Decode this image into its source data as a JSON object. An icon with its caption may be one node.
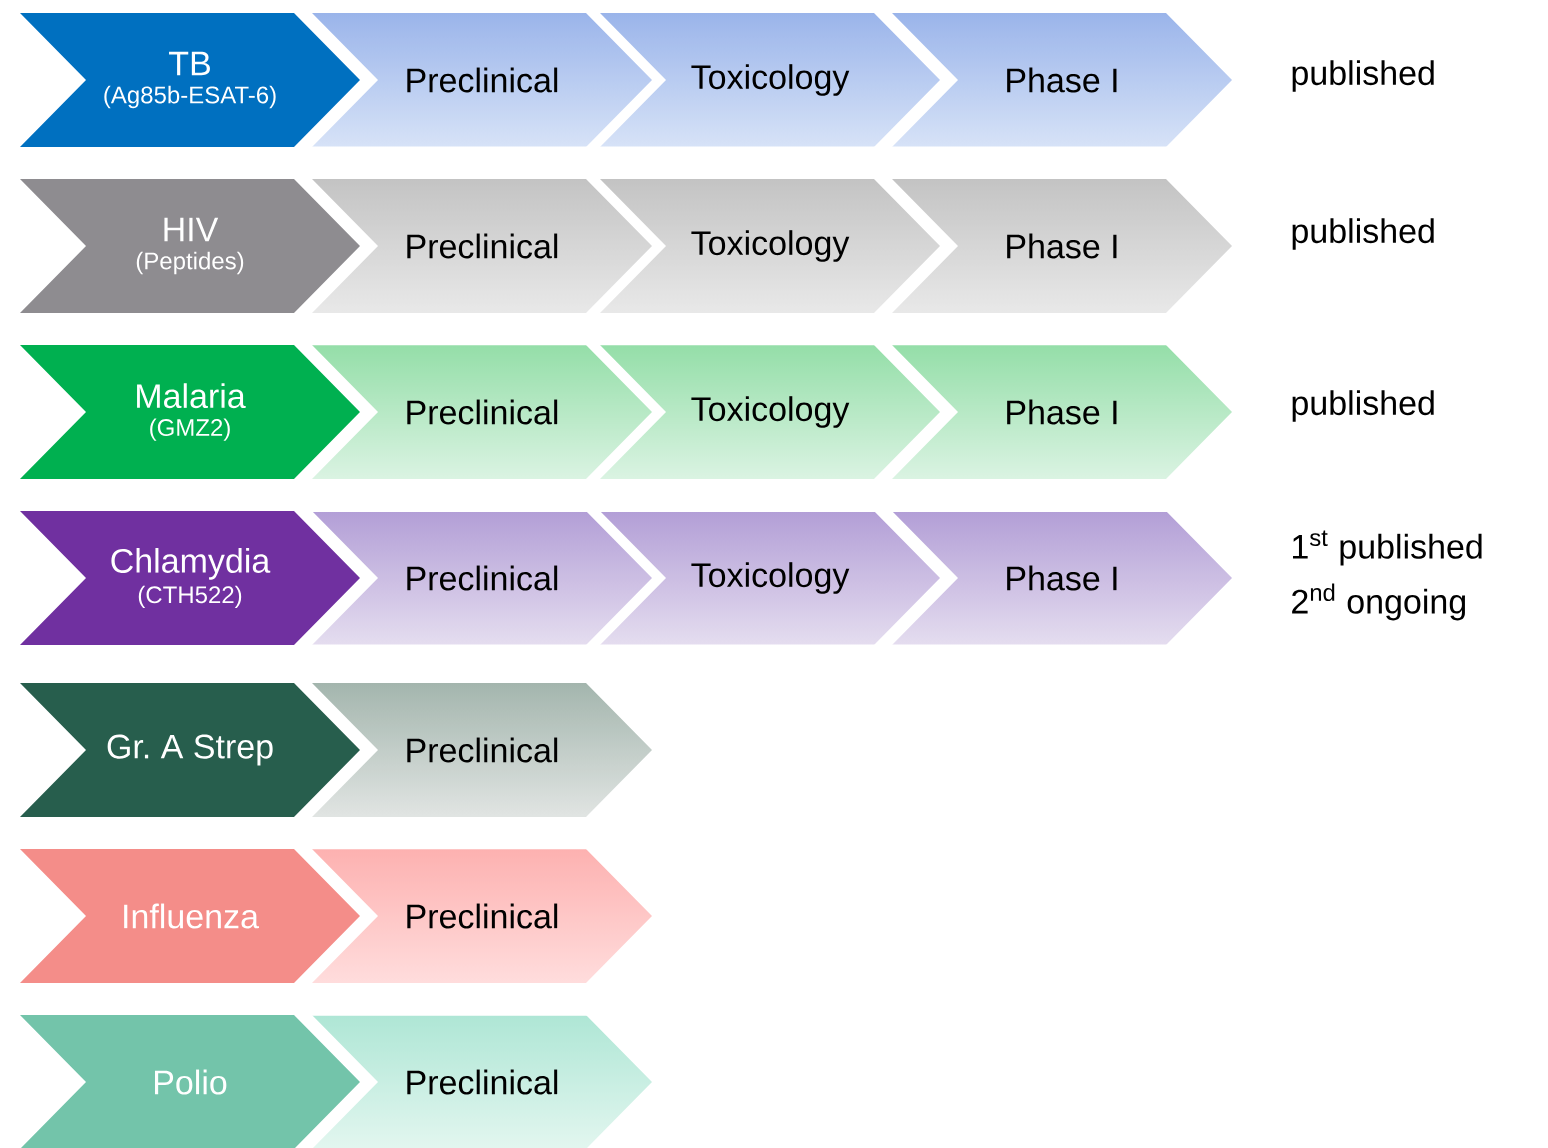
{
  "diagram": {
    "nodes": [
      {
        "text": [
          "TB",
          "(Ag85b-ESAT-6)"
        ]
      },
      {
        "text": [
          "Preclinical"
        ]
      },
      {
        "text": [
          "Toxicology"
        ]
      },
      {
        "text": [
          "Phase I"
        ]
      },
      {
        "text": [
          "HIV",
          "(Peptides)"
        ]
      },
      {
        "text": [
          "Preclinical"
        ]
      },
      {
        "text": [
          "Toxicology"
        ]
      },
      {
        "text": [
          "Phase I"
        ]
      },
      {
        "text": [
          "Malaria",
          "(GMZ2)"
        ]
      },
      {
        "text": [
          "Preclinical"
        ]
      },
      {
        "text": [
          "Toxicology"
        ]
      },
      {
        "text": [
          "Phase I"
        ]
      },
      {
        "text": [
          "Chlamydia",
          "(CTH522)"
        ]
      },
      {
        "text": [
          "Preclinical"
        ]
      },
      {
        "text": [
          "Toxicology"
        ]
      },
      {
        "text": [
          "Phase I"
        ]
      },
      {
        "text": [
          "Gr. A Strep"
        ]
      },
      {
        "text": [
          "Preclinical"
        ]
      },
      {
        "text": [
          "Influenza"
        ]
      },
      {
        "text": [
          "Preclinical"
        ]
      },
      {
        "text": [
          "Polio"
        ]
      },
      {
        "text": [
          "Preclinical"
        ]
      }
    ],
    "labels": [
      "published",
      "published",
      "published",
      "1$^{st}$ published",
      "2$^{nd}$ ongoing"
    ]
  }
}
